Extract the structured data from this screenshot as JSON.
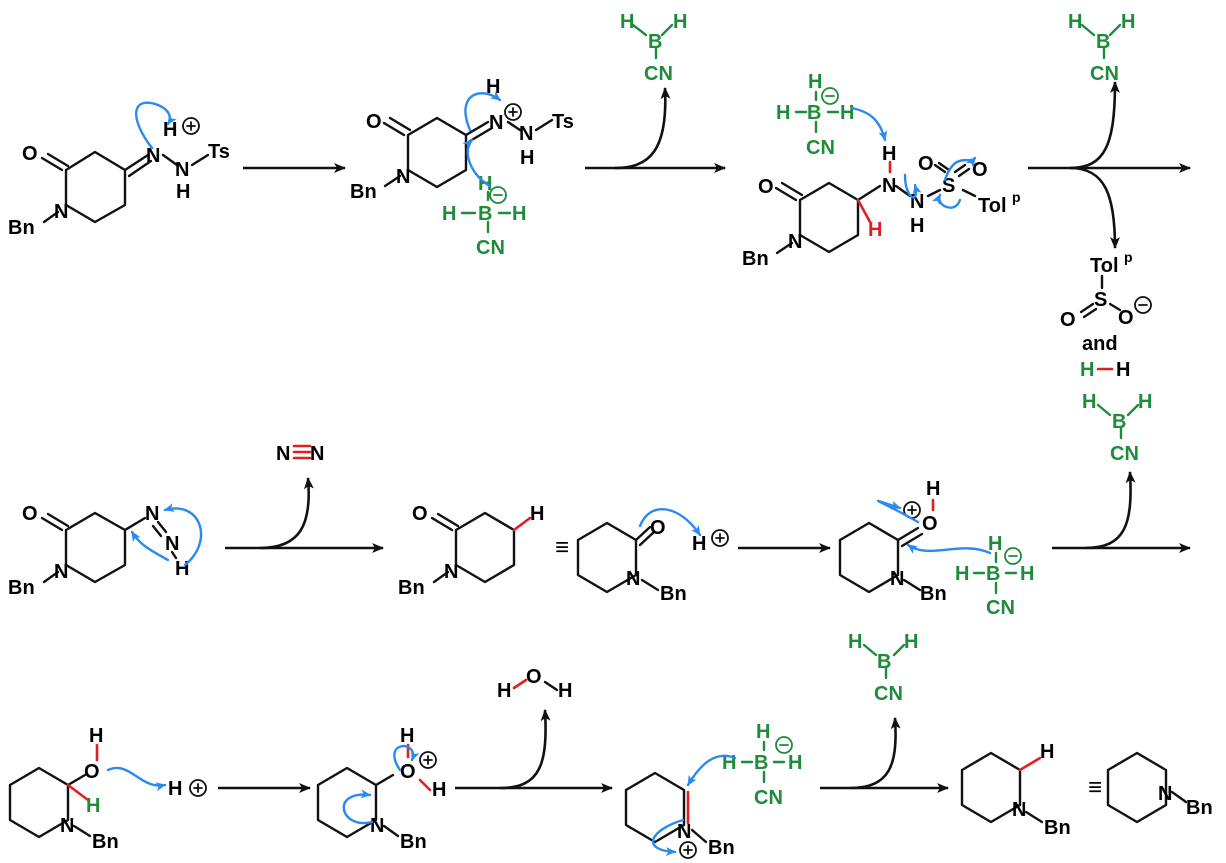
{
  "colors": {
    "bond": "#111111",
    "reagent_green": "#1e8c3a",
    "new_bond_red": "#e02020",
    "electron_arrow_blue": "#2a8af0"
  },
  "atoms": {
    "O": "O",
    "N": "N",
    "H": "H",
    "B": "B",
    "S": "S",
    "C": "C",
    "Bn": "Bn",
    "Ts": "Ts",
    "CN": "CN",
    "TolP": "Tol",
    "p": "p",
    "and": "and",
    "equiv": "≡"
  }
}
